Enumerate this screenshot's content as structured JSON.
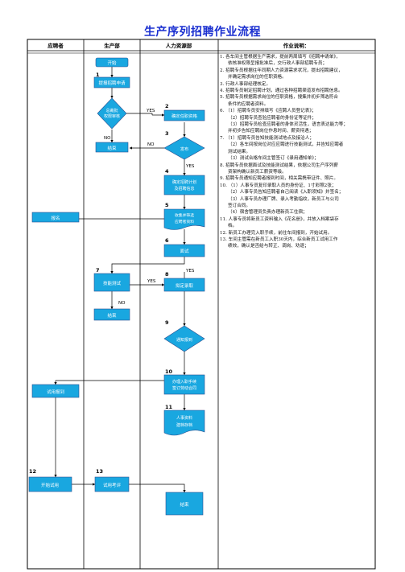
{
  "title": "生产序列招聘作业流程",
  "columns": {
    "applicant": "应聘者",
    "production": "生产部",
    "hr": "人力资源部",
    "notes": "作业说明："
  },
  "nodes": {
    "start": "开始",
    "req": "提报招聘申请",
    "verify_a": "总裁批",
    "verify_b": "权限审核",
    "confirm_a": "确定任职资格",
    "end_top": "结束",
    "publish": "发布",
    "plan_a": "确定招聘计划",
    "plan_b": "及招聘信息",
    "collect_a": "收集并筛选",
    "collect_b": "应聘者资料",
    "register": "报名",
    "interview": "面试",
    "skill": "技能测试",
    "hire": "拟定录取",
    "end_skill": "结束",
    "notify": "通知报到",
    "onboard_a": "办理入职手续",
    "onboard_b": "签订劳动合同",
    "archive_a": "人事资料",
    "archive_b": "建档存档",
    "trial": "试用报到",
    "start_trial": "开始试用",
    "evaluate": "试用考评",
    "end_final": "结束"
  },
  "flow_labels": {
    "yes": "YES",
    "no": "NO"
  },
  "steps": {
    "s1": "1",
    "s2": "2",
    "s3": "3",
    "s4": "4",
    "s5": "5",
    "s6": "6",
    "s7": "7",
    "s8": "8",
    "s9": "9",
    "s10": "10",
    "s11": "11",
    "s12": "12",
    "s13": "13"
  },
  "notes": [
    {
      "kind": "main",
      "text": "1. 各车间主管根据生产需求，提前两周填写《招聘申请单》，"
    },
    {
      "kind": "cont",
      "text": "依核准权限呈报批准后，交行政人事部招聘专员；"
    },
    {
      "kind": "main",
      "text": "2. 招聘专员根据往年同期人力资源需求状况，提出招聘建议，"
    },
    {
      "kind": "cont",
      "text": "并确定需求岗位的任职资格。"
    },
    {
      "kind": "main",
      "text": "3. 行政人事部经理核定。"
    },
    {
      "kind": "main",
      "text": "4. 招聘专员制定招聘计划，通过各种招聘渠道发布招聘信息。"
    },
    {
      "kind": "main",
      "text": "5. 招聘专员根据需求岗位的任职资格，搜集并初步筛选符合"
    },
    {
      "kind": "cont",
      "text": "条件的应聘者资料。"
    },
    {
      "kind": "main",
      "text": "6. （1）招聘专员安排填写《应聘人员登记表》；"
    },
    {
      "kind": "sub",
      "text": "（2）招聘专员查验应聘者的身份证等证件；"
    },
    {
      "kind": "sub",
      "text": "（3）招聘专员检查应聘者的身体灵活性，语言表达能力等；"
    },
    {
      "kind": "cont",
      "text": "并初步告知应聘岗位作息时间、薪资待遇；"
    },
    {
      "kind": "main",
      "text": "7. （1）招聘专员告知技能测试地点及接洽人；"
    },
    {
      "kind": "sub",
      "text": "（2）各车间按岗位对应应聘进行技能测试，并告知应聘者"
    },
    {
      "kind": "cont",
      "text": "测试结果。"
    },
    {
      "kind": "sub",
      "text": "（3）测试合格车间主管签订《录用通知单》；"
    },
    {
      "kind": "main",
      "text": "8. 招聘专员依据面试及技能测试结果，依据公司生产序列薪"
    },
    {
      "kind": "cont",
      "text": "资架构确认新员工薪资等级。"
    },
    {
      "kind": "main",
      "text": "9. 招聘专员通知应聘者报到时间，相关需携带证件、照片。"
    },
    {
      "kind": "main",
      "text": "10. （1）人事专员复印录取人员的身份证、1寸彩照2张；"
    },
    {
      "kind": "sub",
      "text": "（2）人事专员告知应聘者自己阅读《入职须知》并签名；"
    },
    {
      "kind": "sub",
      "text": "（3）人事专员办理厂牌、录入考勤指纹，新员工与公司"
    },
    {
      "kind": "cont",
      "text": "签订合同。"
    },
    {
      "kind": "sub",
      "text": "（4）宿舍管理员负责办理新员工住宿；"
    },
    {
      "kind": "main",
      "text": "11. 人事专员将新员工资料输入《花名册》，并放入档案袋存"
    },
    {
      "kind": "cont",
      "text": "档。"
    },
    {
      "kind": "main",
      "text": "12. 新员工办理完入职手续，前往车间报到，开始试用。"
    },
    {
      "kind": "main",
      "text": "13. 车间主管需在新员工入职30天内，综合新员工试用工作"
    },
    {
      "kind": "cont",
      "text": "绩效，确认是否给与转正、调岗、劝退；"
    }
  ],
  "colors": {
    "border": "#000000",
    "header_fill": "#ffffff",
    "node_fill": "#19a7e0",
    "node_stroke": "#2b4f8f",
    "node_text": "#ffffff",
    "title": "#1a2fd0",
    "arrow": "#000000"
  }
}
